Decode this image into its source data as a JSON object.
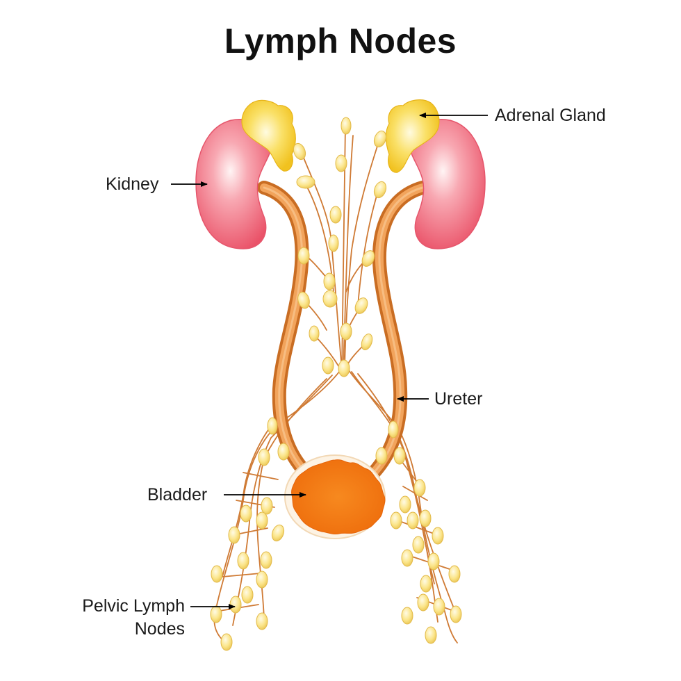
{
  "title": "Lymph Nodes",
  "labels": {
    "adrenal_gland": "Adrenal Gland",
    "kidney": "Kidney",
    "ureter": "Ureter",
    "bladder": "Bladder",
    "pelvic_line1": "Pelvic Lymph",
    "pelvic_line2": "Nodes"
  },
  "colors": {
    "kidney": "#f06a80",
    "adrenal": "#f7d23a",
    "ureter": "#e08a3c",
    "bladder": "#f47a14",
    "lymph_node": "#f8e27c",
    "vessel": "#cf7a34",
    "arrow": "#000000"
  }
}
